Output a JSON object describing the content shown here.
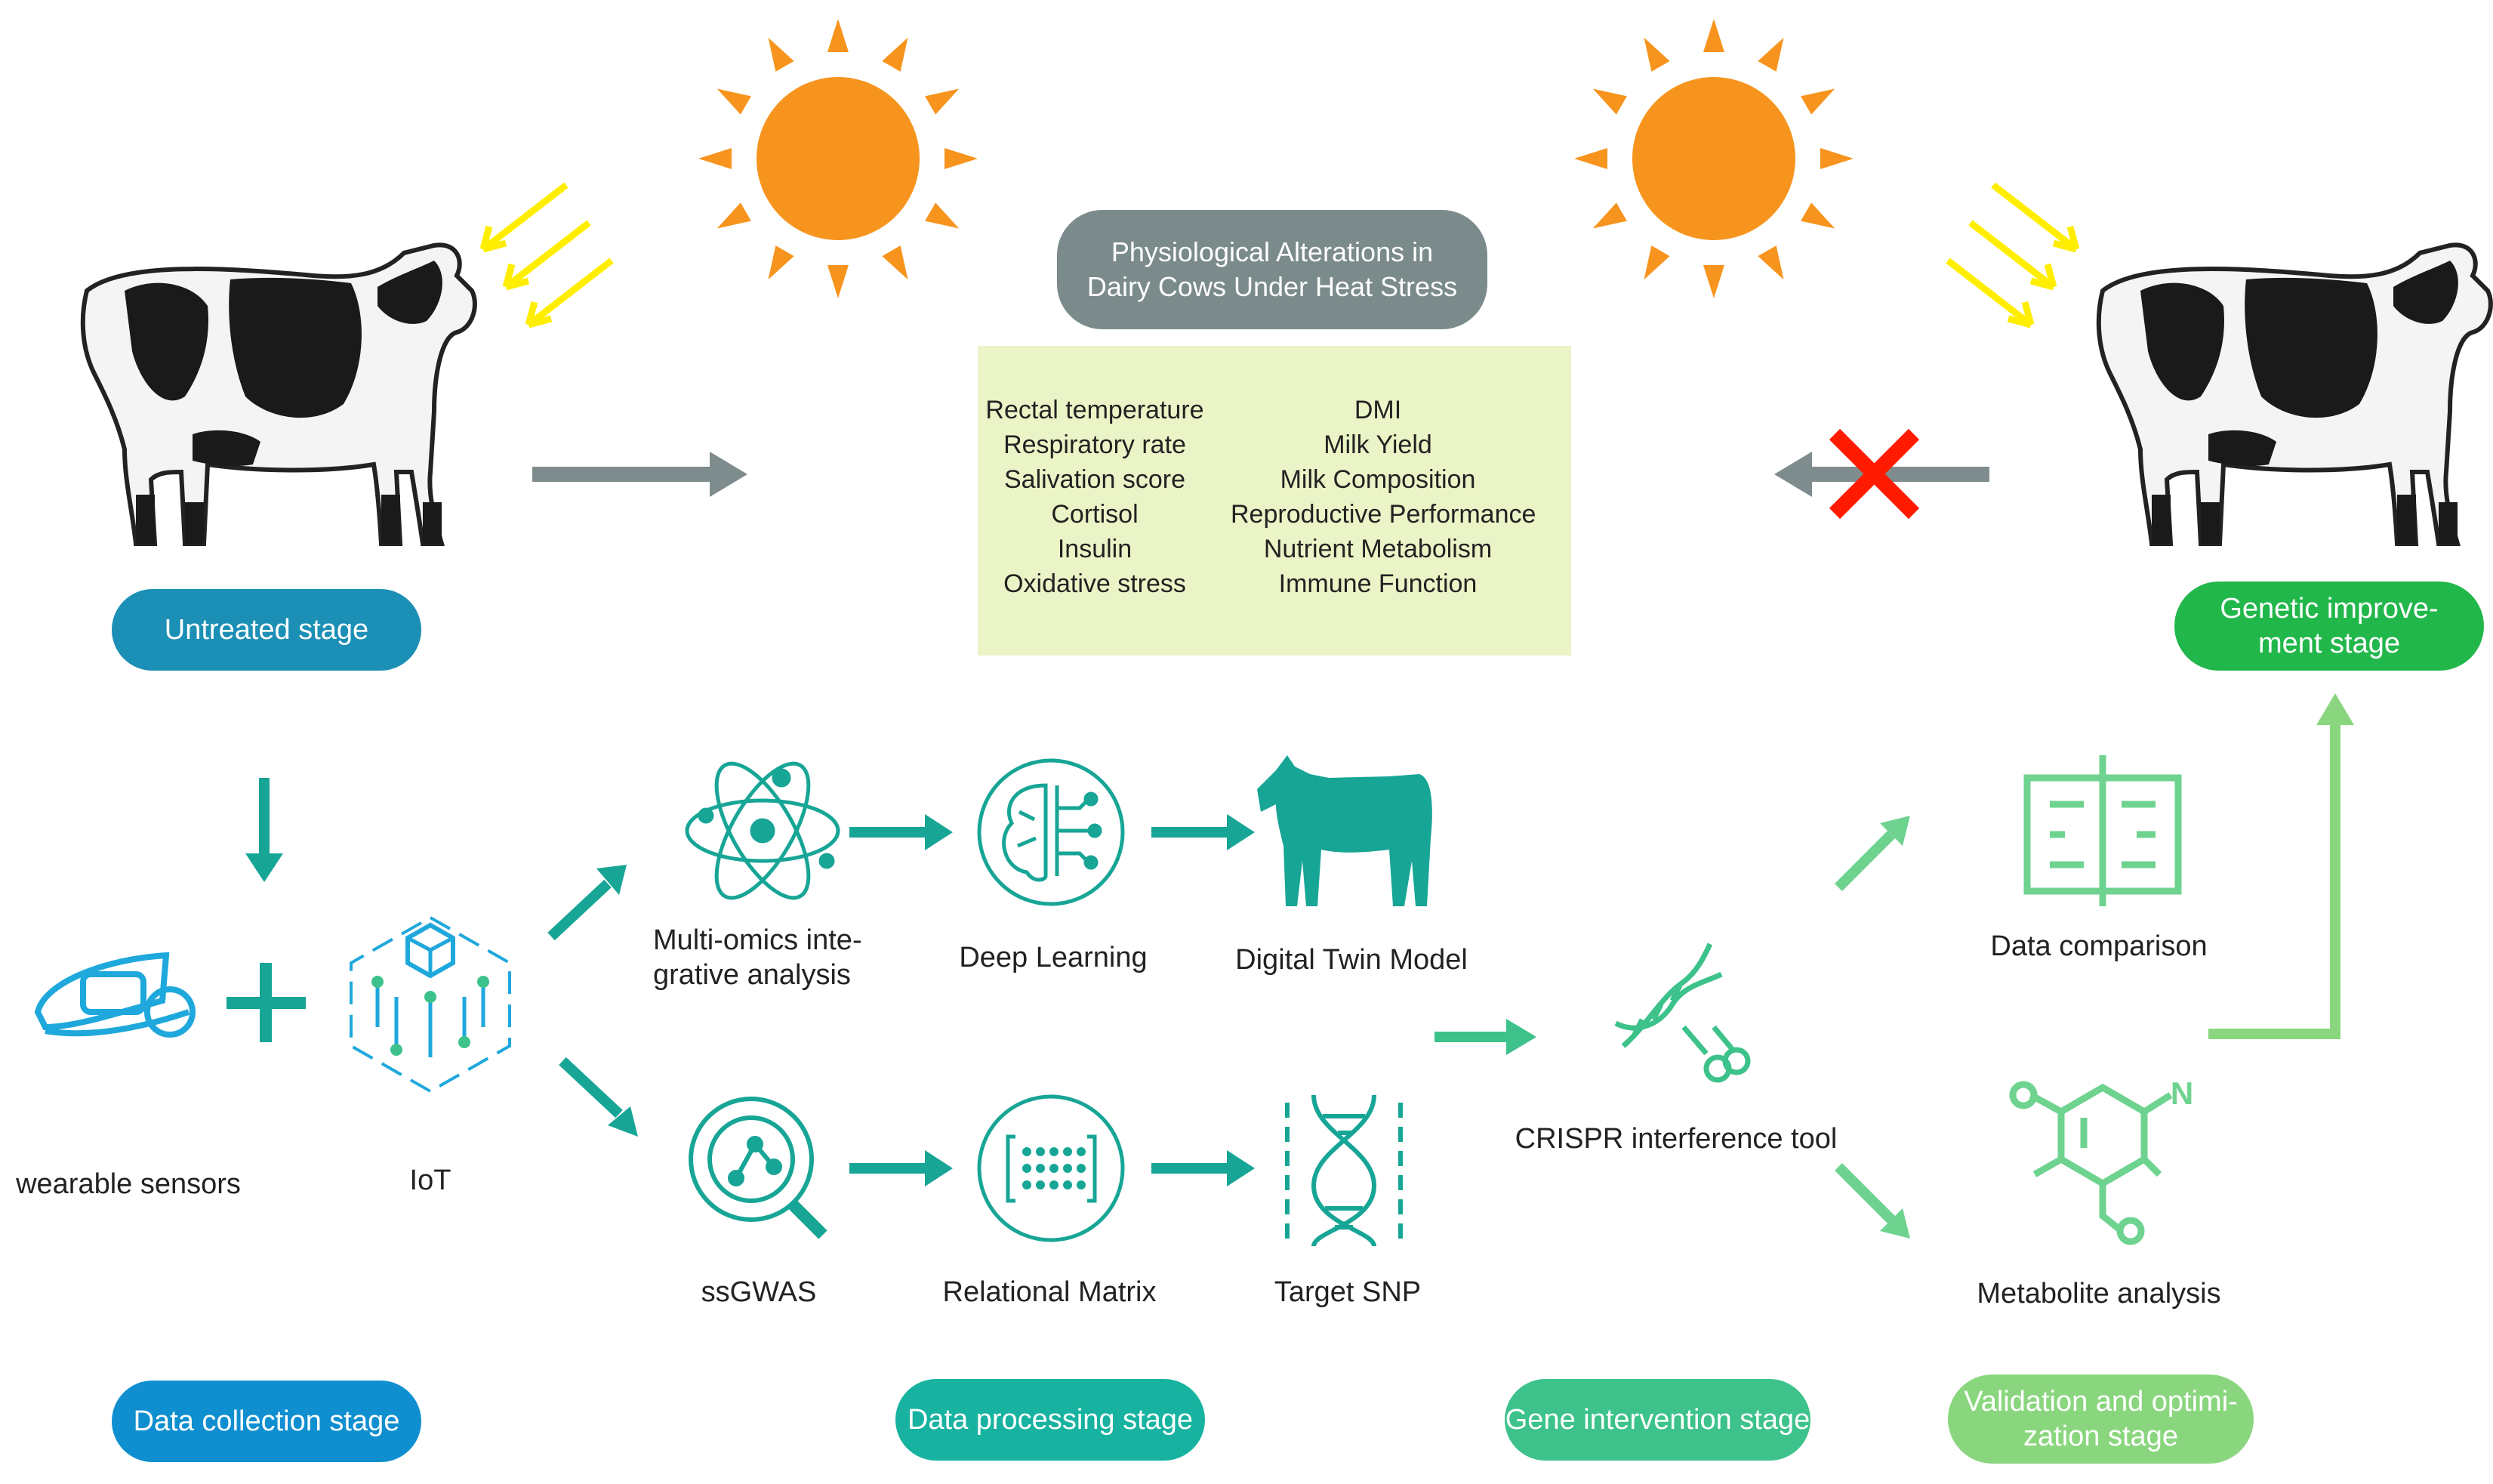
{
  "title": "Physiological Alterations in\nDairy Cows Under Heat Stress",
  "increased_indicators": [
    "Rectal temperature",
    "Respiratory rate",
    "Salivation score",
    "Cortisol",
    "Insulin",
    "Oxidative stress"
  ],
  "decreased_indicators": [
    "DMI",
    "Milk Yield",
    "Milk Composition",
    "Reproductive Performance",
    "Nutrient Metabolism",
    "Immune Function"
  ],
  "stages": {
    "untreated": "Untreated stage",
    "genetic": "Genetic improve-\nment stage",
    "collection": "Data collection stage",
    "processing": "Data processing stage",
    "intervention": "Gene intervention stage",
    "validation": "Validation and optimi-\nzation stage"
  },
  "nodes": {
    "wearable": "wearable sensors",
    "iot": "IoT",
    "multiomics": "Multi-omics inte-\ngrative analysis",
    "deep_learning": "Deep Learning",
    "digital_twin": "Digital Twin Model",
    "ssgwas": "ssGWAS",
    "relational_matrix": "Relational Matrix",
    "target_snp": "Target SNP",
    "crispr": "CRISPR interference tool",
    "data_comparison": "Data comparison",
    "metabolite": "Metabolite analysis",
    "metabolite_n": "N"
  },
  "colors": {
    "sun": "#f7941d",
    "rays": "#ffee00",
    "grey_arrow": "#7f8c8d",
    "title_pill": "#7b8a8b",
    "red": "#ff1a00",
    "untreated": "#1b8fb5",
    "genetic": "#22b74b",
    "collection": "#0f8fd0",
    "processing": "#17b3a0",
    "intervention": "#3cc28a",
    "validation": "#8ad67e",
    "teal": "#17a596",
    "light_green": "#6ed38f"
  }
}
